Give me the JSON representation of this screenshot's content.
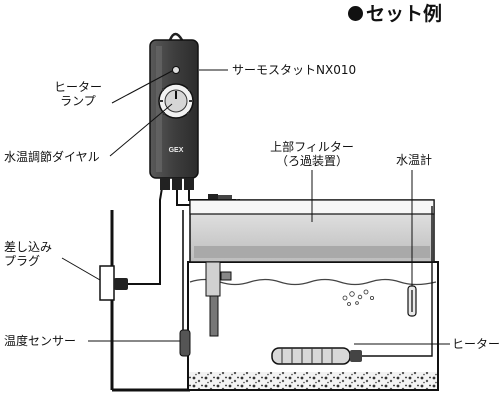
{
  "title": "セット例",
  "labels": {
    "thermostat": "サーモスタットNX010",
    "heater_lamp_line1": "ヒーター",
    "heater_lamp_line2": "ランプ",
    "dial": "水温調節ダイヤル",
    "filter_line1": "上部フィルター",
    "filter_line2": "（ろ過装置）",
    "thermometer": "水温計",
    "plug_line1": "差し込み",
    "plug_line2": "プラグ",
    "sensor": "温度センサー",
    "heater": "ヒーター",
    "brand": "GEX"
  }
}
